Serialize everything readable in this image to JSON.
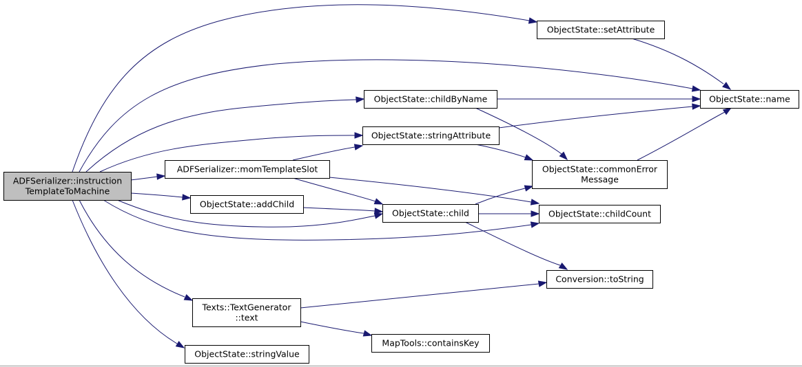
{
  "diagram": {
    "nodes": [
      {
        "id": "root",
        "lines": [
          "ADFSerializer::instruction",
          "TemplateToMachine"
        ],
        "root": true
      },
      {
        "id": "setAttribute",
        "lines": [
          "ObjectState::setAttribute"
        ]
      },
      {
        "id": "name",
        "lines": [
          "ObjectState::name"
        ]
      },
      {
        "id": "childByName",
        "lines": [
          "ObjectState::childByName"
        ]
      },
      {
        "id": "stringAttribute",
        "lines": [
          "ObjectState::stringAttribute"
        ]
      },
      {
        "id": "momTemplateSlot",
        "lines": [
          "ADFSerializer::momTemplateSlot"
        ]
      },
      {
        "id": "commonErrorMessage",
        "lines": [
          "ObjectState::commonError",
          "Message"
        ]
      },
      {
        "id": "addChild",
        "lines": [
          "ObjectState::addChild"
        ]
      },
      {
        "id": "child",
        "lines": [
          "ObjectState::child"
        ]
      },
      {
        "id": "childCount",
        "lines": [
          "ObjectState::childCount"
        ]
      },
      {
        "id": "toString",
        "lines": [
          "Conversion::toString"
        ]
      },
      {
        "id": "text",
        "lines": [
          "Texts::TextGenerator",
          "::text"
        ]
      },
      {
        "id": "containsKey",
        "lines": [
          "MapTools::containsKey"
        ]
      },
      {
        "id": "stringValue",
        "lines": [
          "ObjectState::stringValue"
        ]
      }
    ],
    "edges": [
      {
        "from": "root",
        "to": "setAttribute"
      },
      {
        "from": "root",
        "to": "name"
      },
      {
        "from": "root",
        "to": "childByName"
      },
      {
        "from": "root",
        "to": "stringAttribute"
      },
      {
        "from": "root",
        "to": "momTemplateSlot"
      },
      {
        "from": "root",
        "to": "addChild"
      },
      {
        "from": "root",
        "to": "child"
      },
      {
        "from": "root",
        "to": "childCount"
      },
      {
        "from": "root",
        "to": "text"
      },
      {
        "from": "root",
        "to": "stringValue"
      },
      {
        "from": "setAttribute",
        "to": "name"
      },
      {
        "from": "childByName",
        "to": "name"
      },
      {
        "from": "childByName",
        "to": "commonErrorMessage"
      },
      {
        "from": "stringAttribute",
        "to": "name"
      },
      {
        "from": "stringAttribute",
        "to": "commonErrorMessage"
      },
      {
        "from": "momTemplateSlot",
        "to": "stringAttribute"
      },
      {
        "from": "momTemplateSlot",
        "to": "child"
      },
      {
        "from": "momTemplateSlot",
        "to": "childCount"
      },
      {
        "from": "commonErrorMessage",
        "to": "name"
      },
      {
        "from": "addChild",
        "to": "child"
      },
      {
        "from": "child",
        "to": "commonErrorMessage"
      },
      {
        "from": "child",
        "to": "childCount"
      },
      {
        "from": "child",
        "to": "toString"
      },
      {
        "from": "text",
        "to": "toString"
      },
      {
        "from": "text",
        "to": "containsKey"
      }
    ]
  },
  "colors": {
    "edge": "#191970",
    "root_fill": "#bfbfbf",
    "node_fill": "#ffffff",
    "node_stroke": "#000000"
  }
}
